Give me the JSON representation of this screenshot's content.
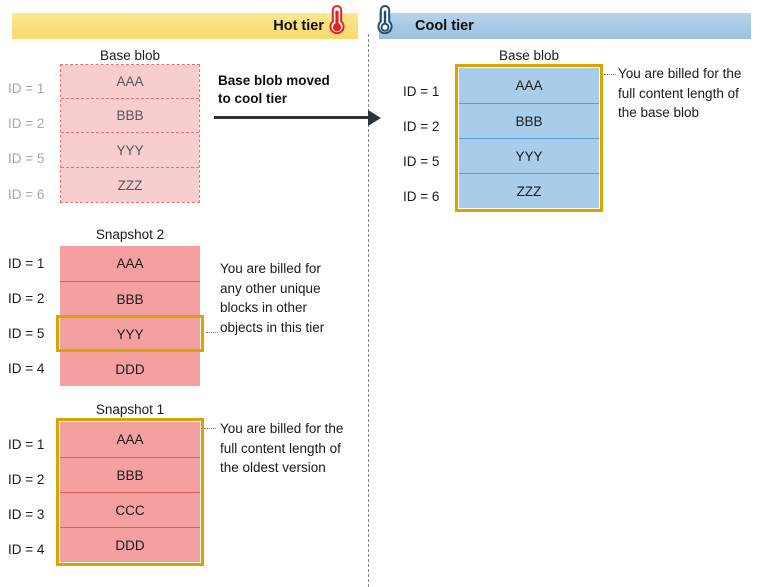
{
  "colors": {
    "hot_bar": "#fbe083",
    "cool_bar": "#a9c9e4",
    "hot_block": "#f5a0a0",
    "hot_block_faded": "#f8cdcd",
    "cool_block": "#a8cdeb",
    "highlight": "#d9a300",
    "divider": "#8a8a8a",
    "arrow": "#2e3337"
  },
  "hot_tier": {
    "label": "Hot tier",
    "icon": "thermometer-hot-icon",
    "base_blob": {
      "title": "Base blob",
      "state": "moved",
      "rows": [
        {
          "id": "ID = 1",
          "block": "AAA"
        },
        {
          "id": "ID = 2",
          "block": "BBB"
        },
        {
          "id": "ID = 5",
          "block": "YYY"
        },
        {
          "id": "ID = 6",
          "block": "ZZZ"
        }
      ]
    },
    "snapshot2": {
      "title": "Snapshot 2",
      "rows": [
        {
          "id": "ID = 1",
          "block": "AAA"
        },
        {
          "id": "ID = 2",
          "block": "BBB"
        },
        {
          "id": "ID = 5",
          "block": "YYY"
        },
        {
          "id": "ID = 4",
          "block": "DDD"
        }
      ],
      "highlighted_row_index": 2,
      "note": "You are billed for any other unique blocks in other objects in this tier"
    },
    "snapshot1": {
      "title": "Snapshot 1",
      "rows": [
        {
          "id": "ID = 1",
          "block": "AAA"
        },
        {
          "id": "ID = 2",
          "block": "BBB"
        },
        {
          "id": "ID = 3",
          "block": "CCC"
        },
        {
          "id": "ID = 4",
          "block": "DDD"
        }
      ],
      "highlighted": "all",
      "note": "You are billed for the full content length of the oldest version"
    }
  },
  "transition": {
    "label_line1": "Base blob moved",
    "label_line2": "to cool tier",
    "icon": "right-arrow-icon"
  },
  "cool_tier": {
    "label": "Cool tier",
    "icon": "thermometer-cool-icon",
    "base_blob": {
      "title": "Base blob",
      "rows": [
        {
          "id": "ID = 1",
          "block": "AAA"
        },
        {
          "id": "ID = 2",
          "block": "BBB"
        },
        {
          "id": "ID = 5",
          "block": "YYY"
        },
        {
          "id": "ID = 6",
          "block": "ZZZ"
        }
      ],
      "highlighted": "all",
      "note": "You are billed for the full content length of the base blob"
    }
  }
}
